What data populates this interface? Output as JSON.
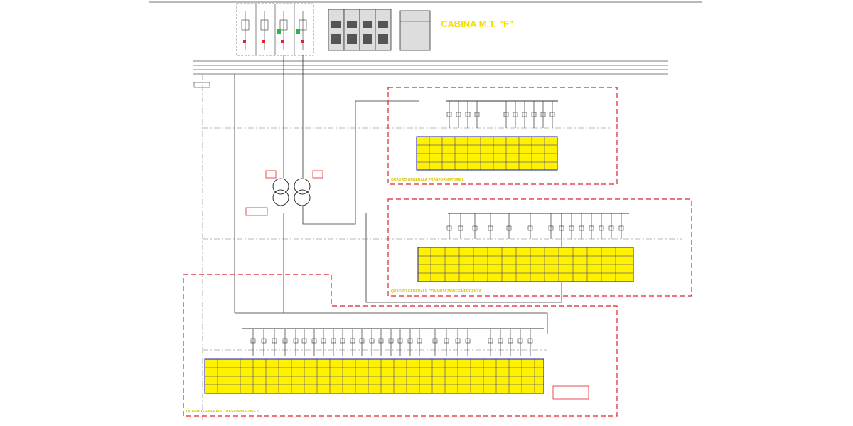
{
  "title": "CABINA M.T. \"F\"",
  "sections": [
    {
      "id": "qgt2",
      "label": "QUADRO GENERALE TRASFORMATORE 2"
    },
    {
      "id": "qgce",
      "label": "QUADRO GENERALE COMMUTAZIONE EMERGENZA"
    },
    {
      "id": "qgt1",
      "label": "QUADRO GENERALE TRASFORMATORE 1"
    }
  ],
  "colors": {
    "frame": "#e0232a",
    "table_border": "#1a1aa8",
    "table_fill": "#fff200",
    "line": "#333333",
    "busbar": "#555555",
    "accent_green": "#2fb24a"
  },
  "icons": [
    "circuit-breaker-icon",
    "transformer-icon",
    "cabinet-icon",
    "green-indicator-icon"
  ]
}
